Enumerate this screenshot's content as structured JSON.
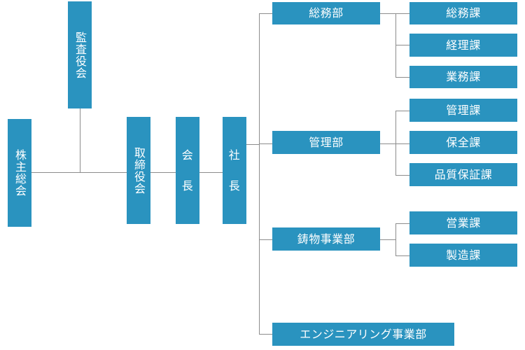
{
  "boxes": {
    "kabunushi": "株主総会",
    "kansa": "監査役会",
    "torishimari": "取締役会",
    "kaicho": [
      "会",
      "長"
    ],
    "shacho": [
      "社",
      "長"
    ],
    "somubu": "総務部",
    "kanribu": "管理部",
    "chubutsu": "鋳物事業部",
    "engineering": "エンジニアリング事業部",
    "somuka": "総務課",
    "keirika": "経理課",
    "gyomuka": "業務課",
    "kanrika": "管理課",
    "hozenka": "保全課",
    "hinshitsu": "品質保証課",
    "eigyoka": "営業課",
    "seizoka": "製造課"
  },
  "colors": {
    "box": "#2a93bf",
    "line": "#8c8c8c",
    "text": "#ffffff"
  }
}
